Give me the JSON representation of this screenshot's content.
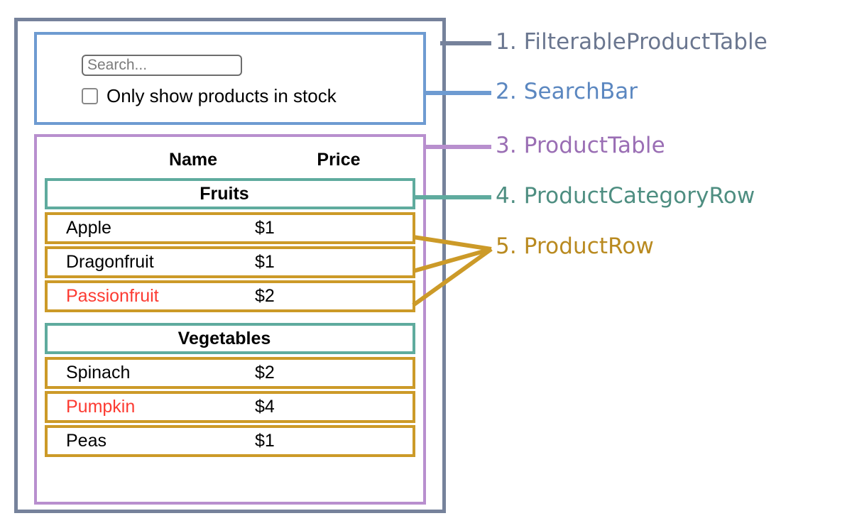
{
  "diagram": {
    "title": "React component hierarchy diagram for a filterable product table",
    "colors": {
      "filterable_product_table": "#76829b",
      "search_bar": "#6e9bd1",
      "product_table": "#b88fce",
      "product_category_row": "#5fab9e",
      "product_row": "#cc9a28",
      "out_of_stock_text": "#fc3b32",
      "text": "#000000",
      "placeholder": "#7b7b7b"
    }
  },
  "search_bar": {
    "input_value": "",
    "input_placeholder": "Search...",
    "checkbox_checked": false,
    "checkbox_label": "Only show products in stock"
  },
  "product_table": {
    "columns": [
      "Name",
      "Price"
    ],
    "rows": [
      {
        "type": "category",
        "label": "Fruits"
      },
      {
        "type": "product",
        "name": "Apple",
        "price": "$1",
        "in_stock": true
      },
      {
        "type": "product",
        "name": "Dragonfruit",
        "price": "$1",
        "in_stock": true
      },
      {
        "type": "product",
        "name": "Passionfruit",
        "price": "$2",
        "in_stock": false
      },
      {
        "type": "spacer"
      },
      {
        "type": "category",
        "label": "Vegetables"
      },
      {
        "type": "product",
        "name": "Spinach",
        "price": "$2",
        "in_stock": true
      },
      {
        "type": "product",
        "name": "Pumpkin",
        "price": "$4",
        "in_stock": false
      },
      {
        "type": "product",
        "name": "Peas",
        "price": "$1",
        "in_stock": true
      }
    ]
  },
  "legend": [
    {
      "number": "1.",
      "name": "FilterableProductTable",
      "text": "1. FilterableProductTable",
      "color": "#6a768f"
    },
    {
      "number": "2.",
      "name": "SearchBar",
      "text": "2. SearchBar",
      "color": "#5b87c0"
    },
    {
      "number": "3.",
      "name": "ProductTable",
      "text": "3. ProductTable",
      "color": "#9a6eb4"
    },
    {
      "number": "4.",
      "name": "ProductCategoryRow",
      "text": "4. ProductCategoryRow",
      "color": "#4e8e81"
    },
    {
      "number": "5.",
      "name": "ProductRow",
      "text": "5. ProductRow",
      "color": "#b98a20"
    }
  ]
}
